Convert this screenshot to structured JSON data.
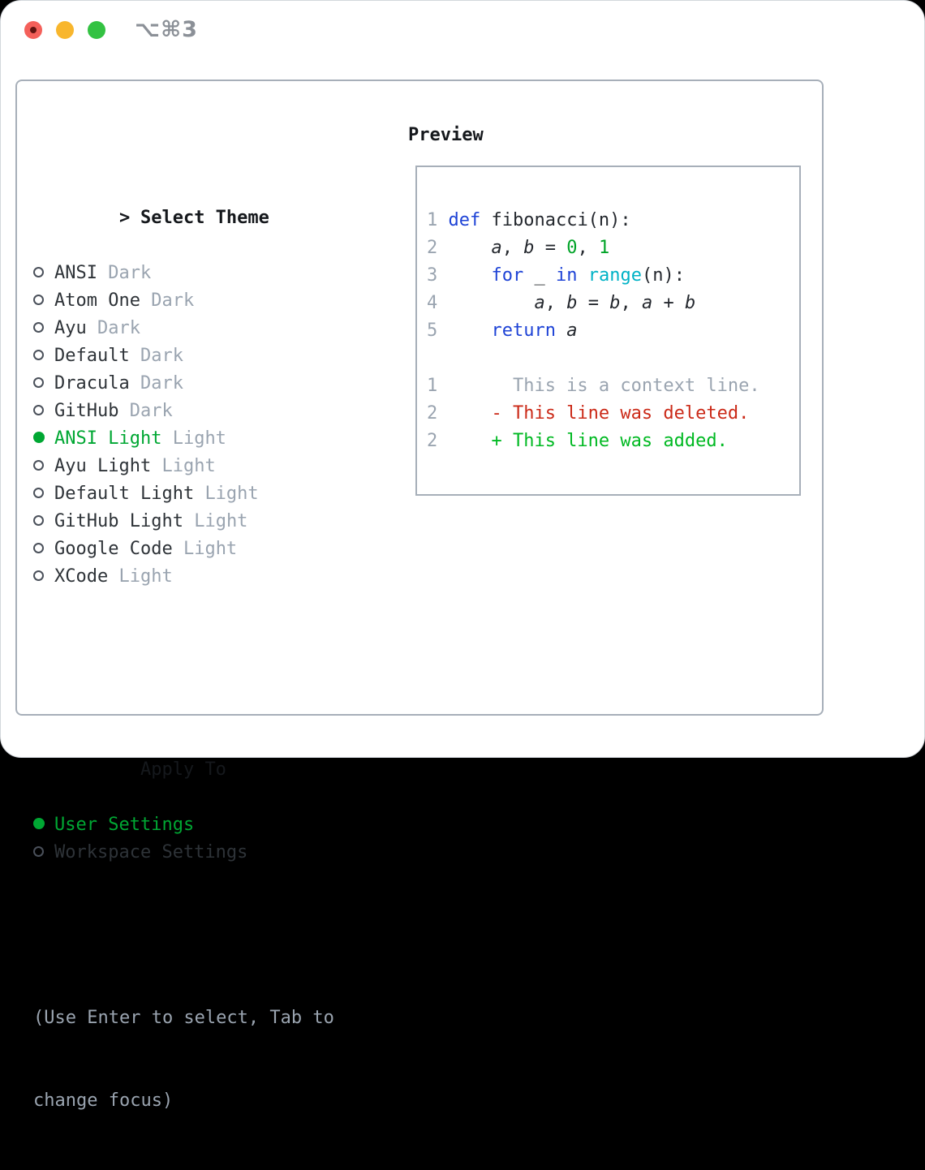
{
  "window": {
    "title": "⌥⌘3",
    "controls": [
      "close-button",
      "minimize-button",
      "zoom-button"
    ]
  },
  "theme_list": {
    "cursor": ">",
    "header": "Select Theme",
    "items": [
      {
        "name": "ANSI",
        "tag": "Dark",
        "selected": false
      },
      {
        "name": "Atom One",
        "tag": "Dark",
        "selected": false
      },
      {
        "name": "Ayu",
        "tag": "Dark",
        "selected": false
      },
      {
        "name": "Default",
        "tag": "Dark",
        "selected": false
      },
      {
        "name": "Dracula",
        "tag": "Dark",
        "selected": false
      },
      {
        "name": "GitHub",
        "tag": "Dark",
        "selected": false
      },
      {
        "name": "ANSI Light",
        "tag": "Light",
        "selected": true
      },
      {
        "name": "Ayu Light",
        "tag": "Light",
        "selected": false
      },
      {
        "name": "Default Light",
        "tag": "Light",
        "selected": false
      },
      {
        "name": "GitHub Light",
        "tag": "Light",
        "selected": false
      },
      {
        "name": "Google Code",
        "tag": "Light",
        "selected": false
      },
      {
        "name": "XCode",
        "tag": "Light",
        "selected": false
      }
    ]
  },
  "apply_to": {
    "header": "Apply To",
    "options": [
      {
        "label": "User Settings",
        "selected": true
      },
      {
        "label": "Workspace Settings",
        "selected": false
      }
    ]
  },
  "help": {
    "line1": "(Use Enter to select, Tab to",
    "line2": "change focus)"
  },
  "preview": {
    "title": "Preview",
    "lines": [
      {
        "num": "",
        "seg": []
      },
      {
        "num": "1",
        "seg": [
          {
            "t": "def",
            "c": "kw"
          },
          {
            "t": " fibonacci(n):"
          }
        ]
      },
      {
        "num": "2",
        "seg": [
          {
            "t": "    "
          },
          {
            "t": "a",
            "i": 1
          },
          {
            "t": ", "
          },
          {
            "t": "b",
            "i": 1
          },
          {
            "t": " = "
          },
          {
            "t": "0",
            "c": "num"
          },
          {
            "t": ", "
          },
          {
            "t": "1",
            "c": "num"
          }
        ]
      },
      {
        "num": "3",
        "seg": [
          {
            "t": "    "
          },
          {
            "t": "for",
            "c": "kw"
          },
          {
            "t": " _ "
          },
          {
            "t": "in",
            "c": "kw"
          },
          {
            "t": " "
          },
          {
            "t": "range",
            "c": "bi"
          },
          {
            "t": "(n):"
          }
        ]
      },
      {
        "num": "4",
        "seg": [
          {
            "t": "        "
          },
          {
            "t": "a",
            "i": 1
          },
          {
            "t": ", "
          },
          {
            "t": "b",
            "i": 1
          },
          {
            "t": " = "
          },
          {
            "t": "b",
            "i": 1
          },
          {
            "t": ", "
          },
          {
            "t": "a",
            "i": 1
          },
          {
            "t": " + "
          },
          {
            "t": "b",
            "i": 1
          }
        ]
      },
      {
        "num": "5",
        "seg": [
          {
            "t": "    "
          },
          {
            "t": "return",
            "c": "kw"
          },
          {
            "t": " "
          },
          {
            "t": "a",
            "i": 1
          }
        ]
      },
      {
        "num": "",
        "seg": []
      },
      {
        "num": "1",
        "seg": [
          {
            "t": "      This is a context line.",
            "c": "mut"
          }
        ]
      },
      {
        "num": "2",
        "seg": [
          {
            "t": "    - This line was deleted.",
            "c": "del"
          }
        ]
      },
      {
        "num": "2",
        "seg": [
          {
            "t": "    + This line was added.",
            "c": "add"
          }
        ]
      },
      {
        "num": "",
        "seg": []
      }
    ]
  },
  "colors": {
    "accent_green": "#00a733",
    "text": "#2e3338",
    "header_text": "#15181c",
    "code_text": "#24282e",
    "muted": "#9aa4b0",
    "panel_border": "#a7afb9",
    "keyword_blue": "#1e43d6",
    "builtin_cyan": "#00b2c6",
    "number_green": "#00a327",
    "diff_red": "#cb2a18",
    "diff_green": "#00b922",
    "titlebar_gray": "#8b9097",
    "light_red": "#f4605a",
    "light_red_dot": "#611410",
    "light_yellow": "#f8b62d",
    "light_green": "#33c242"
  }
}
